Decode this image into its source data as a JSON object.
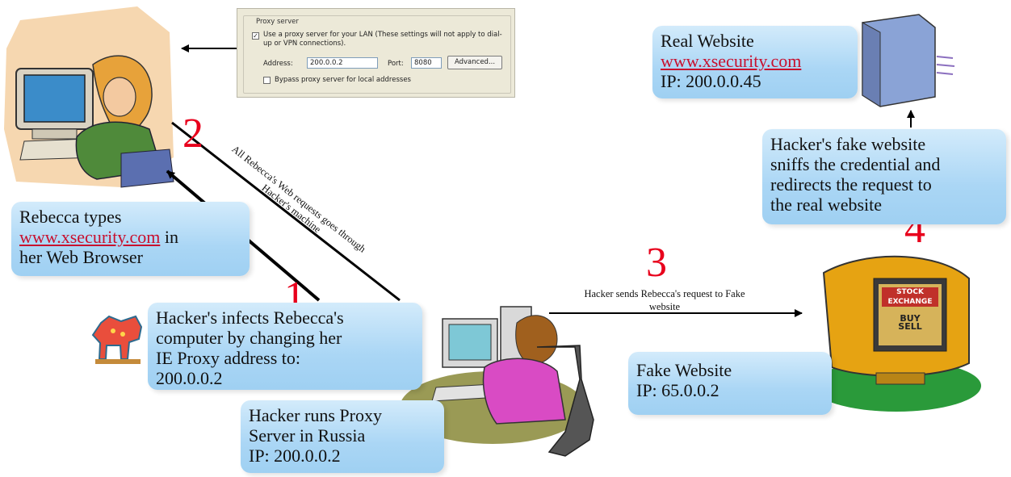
{
  "proxy_dialog": {
    "group_label": "Proxy server",
    "use_proxy_text": "Use a proxy server for your LAN (These settings will not apply to dial-up or VPN connections).",
    "address_label": "Address:",
    "address_value": "200.0.0.2",
    "port_label": "Port:",
    "port_value": "8080",
    "advanced_button": "Advanced...",
    "bypass_text": "Bypass proxy server for local addresses"
  },
  "rebecca_box": {
    "line1": "Rebecca types",
    "link": "www.xsecurity.com",
    "line2_suffix": " in",
    "line3": "her Web Browser"
  },
  "infect_box": {
    "line1": "Hacker's infects Rebecca's",
    "line2": "computer by changing her",
    "line3": "IE Proxy address to:",
    "line4": "200.0.0.2"
  },
  "hacker_box": {
    "line1": "Hacker runs Proxy",
    "line2": "Server in Russia",
    "line3": "IP: 200.0.0.2"
  },
  "fake_box": {
    "line1": "Fake Website",
    "line2": "IP: 65.0.0.2"
  },
  "real_box": {
    "line1": "Real Website",
    "link": "www.xsecurity.com",
    "line3": "IP: 200.0.0.45"
  },
  "sniff_box": {
    "line1": "Hacker's fake website",
    "line2": "sniffs the credential and",
    "line3": "redirects the request to",
    "line4": "the real website"
  },
  "steps": {
    "s1": "1",
    "s2": "2",
    "s3": "3",
    "s4": "4"
  },
  "arrow_labels": {
    "diagonal_line1": "All Rebecca's Web requests goes through",
    "diagonal_line2": "Hacker's machine",
    "horizontal_line1": "Hacker sends Rebecca's request to Fake",
    "horizontal_line2": "website"
  },
  "monitor_sign": {
    "title1": "STOCK",
    "title2": "EXCHANGE",
    "buy": "BUY",
    "sell": "SELL"
  },
  "colors": {
    "box_fill": "#aad6f5",
    "step_red": "#e8001c",
    "link_red": "#c8102e"
  }
}
